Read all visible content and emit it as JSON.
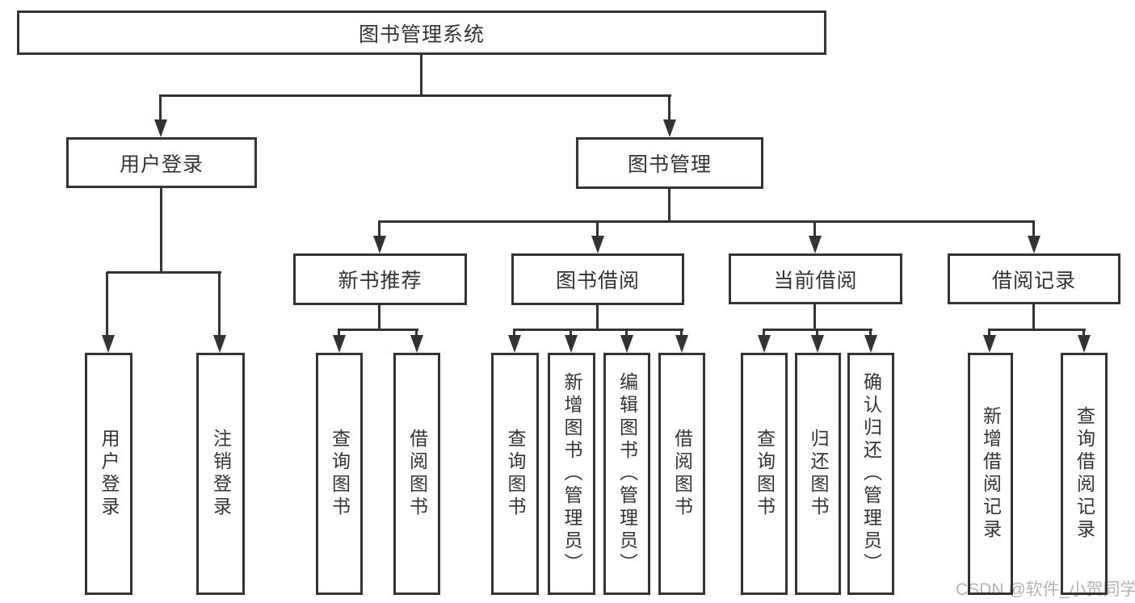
{
  "diagram": {
    "root": {
      "label": "图书管理系统"
    },
    "branches": [
      {
        "label": "用户登录",
        "leaves": [
          {
            "label": "用户登录"
          },
          {
            "label": "注销登录"
          }
        ]
      },
      {
        "label": "图书管理",
        "sections": [
          {
            "label": "新书推荐",
            "leaves": [
              {
                "label": "查询图书"
              },
              {
                "label": "借阅图书"
              }
            ]
          },
          {
            "label": "图书借阅",
            "leaves": [
              {
                "label": "查询图书"
              },
              {
                "label": "新增图书（管理员）"
              },
              {
                "label": "编辑图书（管理员）"
              },
              {
                "label": "借阅图书"
              }
            ]
          },
          {
            "label": "当前借阅",
            "leaves": [
              {
                "label": "查询图书"
              },
              {
                "label": "归还图书"
              },
              {
                "label": "确认归还（管理员）"
              }
            ]
          },
          {
            "label": "借阅记录",
            "leaves": [
              {
                "label": "新增借阅记录"
              },
              {
                "label": "查询借阅记录"
              }
            ]
          }
        ]
      }
    ]
  },
  "watermark": {
    "text": "CSDN @软件_小贺同学"
  },
  "colors": {
    "line": "#333333",
    "text": "#333333",
    "background": "#ffffff",
    "watermark": "#b3b3b3"
  }
}
